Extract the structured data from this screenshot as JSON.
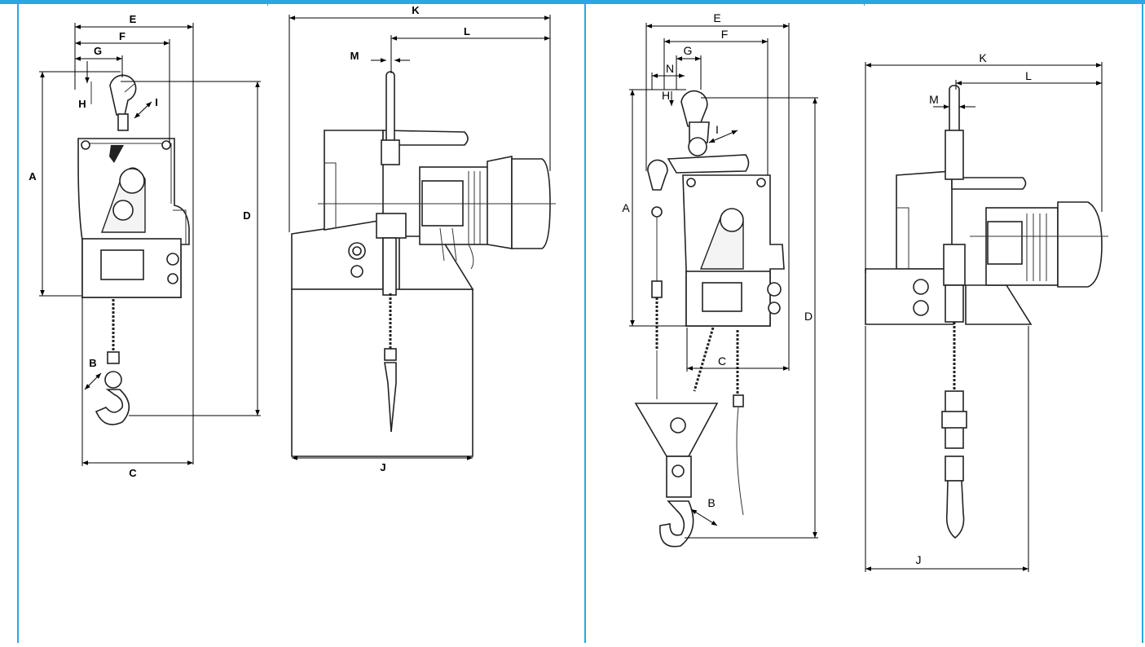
{
  "colors": {
    "frame": "#29a7e1",
    "line": "#000000",
    "fill": "#ffffff"
  },
  "panel_left": {
    "front_view": {
      "labels": {
        "A": "A",
        "B": "B",
        "C": "C",
        "D": "D",
        "E": "E",
        "F": "F",
        "G": "G",
        "H": "H",
        "I": "I"
      }
    },
    "side_view": {
      "labels": {
        "J": "J",
        "K": "K",
        "L": "L",
        "M": "M"
      }
    }
  },
  "panel_right": {
    "front_view": {
      "labels": {
        "A": "A",
        "B": "B",
        "C": "C",
        "D": "D",
        "E": "E",
        "F": "F",
        "G": "G",
        "H": "H",
        "I": "I",
        "N": "N"
      }
    },
    "side_view": {
      "labels": {
        "J": "J",
        "K": "K",
        "L": "L",
        "M": "M"
      }
    }
  }
}
